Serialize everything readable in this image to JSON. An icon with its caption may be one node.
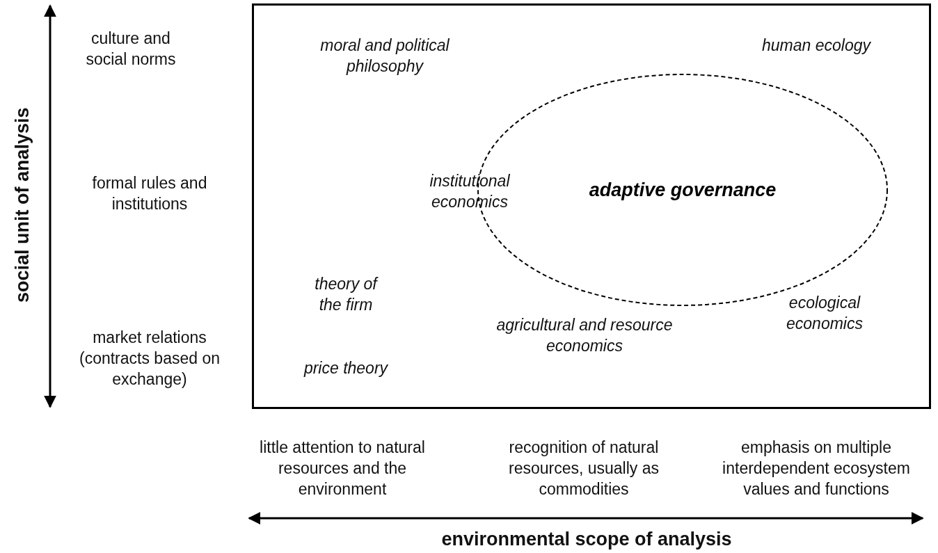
{
  "diagram": {
    "nodes": [
      {
        "text": [],
        "shape": "box"
      },
      {
        "text": [
          "adaptive governance"
        ],
        "in": 0
      }
    ],
    "edges": [],
    "labels": [
      "culture and social norms",
      "moral and political philosophy",
      "human ecology",
      "social unit of analysis",
      "formal rules and institutions",
      "institutional economics",
      "theory of the firm",
      "ecological economics",
      "agricultural and resource economics",
      "market relations (contracts based on exchange)",
      "price theory",
      "little attention to natural resources and the environment",
      "recognition of natural resources, usually as commodities",
      "emphasis on multiple interdependent ecosystem values and functions",
      "environmental scope of analysis"
    ]
  }
}
